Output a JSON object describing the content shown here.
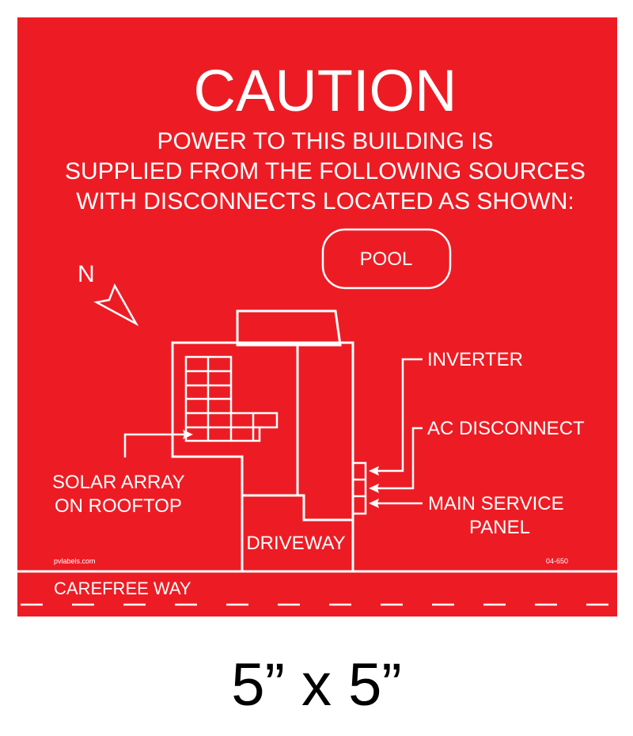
{
  "sign": {
    "title": "CAUTION",
    "message_lines": [
      "POWER TO THIS BUILDING IS",
      "SUPPLIED FROM THE FOLLOWING SOURCES",
      "WITH DISCONNECTS LOCATED AS SHOWN:"
    ],
    "north_label": "N",
    "labels": {
      "pool": "POOL",
      "inverter": "INVERTER",
      "ac_disconnect": "AC DISCONNECT",
      "main_service_panel": [
        "MAIN SERVICE",
        "PANEL"
      ],
      "solar_array": [
        "SOLAR ARRAY",
        "ON ROOFTOP"
      ],
      "driveway": "DRIVEWAY",
      "street": "CAREFREE WAY"
    },
    "website": "pvlabels.com",
    "part_number": "04-650",
    "colors": {
      "background": "#ed1c24",
      "ink": "#ffffff"
    }
  },
  "size_caption": "5” x 5”"
}
